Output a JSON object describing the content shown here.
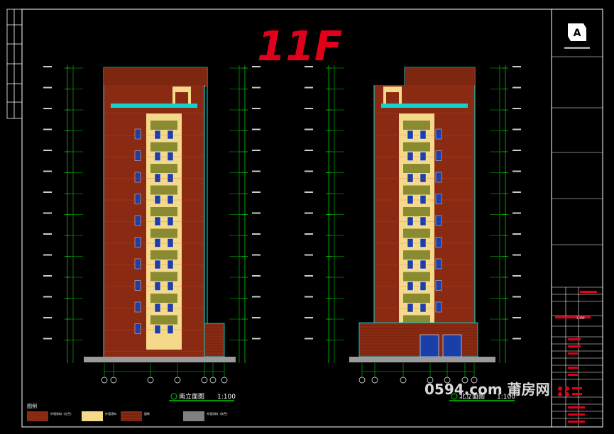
{
  "annotation": {
    "text": "11F",
    "color": "#e0001a"
  },
  "views": [
    {
      "title": "南立面图",
      "scale": "1:100"
    },
    {
      "title": "北立面图",
      "scale": "1:100"
    }
  ],
  "legend": {
    "heading": "图例",
    "items": [
      {
        "label": "外墙涂料（红色）",
        "color": "#8b2a12"
      },
      {
        "label": "外墙涂料",
        "color": "#f5d98b"
      },
      {
        "label": "面砖",
        "color": "#8b2a12"
      },
      {
        "label": "外墙涂料（灰色）",
        "color": "#808080"
      }
    ]
  },
  "title_block": {
    "scale_note": "1:100"
  },
  "watermark": {
    "text": "0594.com 莆房网"
  },
  "colors": {
    "background": "#000000",
    "dimension_green": "#00cc00",
    "outline_cyan": "#00e5e5",
    "brick_red": "#8b2a12",
    "band_olive": "#8a8a30",
    "trim_yellow": "#f5d98b",
    "window_blue": "#1a3fa8",
    "title_red": "#e0001a"
  }
}
